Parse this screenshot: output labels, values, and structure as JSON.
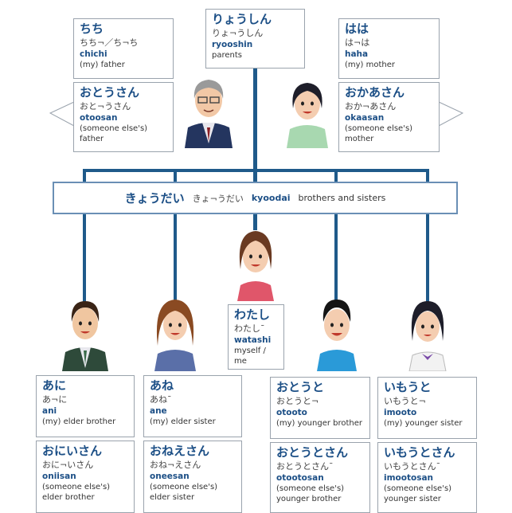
{
  "parents": {
    "word": "りょうしん",
    "accent": "りょ¬うしん",
    "romaji": "ryooshin",
    "gloss": "parents"
  },
  "father_my": {
    "word": "ちち",
    "accent": "ちち¬／ち¬ち",
    "romaji": "chichi",
    "gloss": "(my) father"
  },
  "father_other": {
    "word": "おとうさん",
    "accent": "おと¬うさん",
    "romaji": "otoosan",
    "gloss1": "(someone else's)",
    "gloss2": "father"
  },
  "mother_my": {
    "word": "はは",
    "accent": "は¬は",
    "romaji": "haha",
    "gloss": "(my) mother"
  },
  "mother_other": {
    "word": "おかあさん",
    "accent": "おか¬あさん",
    "romaji": "okaasan",
    "gloss1": "(someone else's)",
    "gloss2": "mother"
  },
  "siblings": {
    "word": "きょうだい",
    "accent": "きょ¬うだい",
    "romaji": "kyoodai",
    "gloss": "brothers and sisters"
  },
  "self": {
    "word": "わたし",
    "accent": "わたし¯",
    "romaji": "watashi",
    "gloss": "myself / me"
  },
  "elder_brother_my": {
    "word": "あに",
    "accent": "あ¬に",
    "romaji": "ani",
    "gloss": "(my) elder brother"
  },
  "elder_brother_other": {
    "word": "おにいさん",
    "accent": "おに¬いさん",
    "romaji": "oniisan",
    "gloss1": "(someone else's)",
    "gloss2": "elder brother"
  },
  "elder_sister_my": {
    "word": "あね",
    "accent": "あね¯",
    "romaji": "ane",
    "gloss": "(my) elder sister"
  },
  "elder_sister_other": {
    "word": "おねえさん",
    "accent": "おね¬えさん",
    "romaji": "oneesan",
    "gloss1": "(someone else's)",
    "gloss2": "elder sister"
  },
  "younger_brother_my": {
    "word": "おとうと",
    "accent": "おとうと¬",
    "romaji": "otooto",
    "gloss": "(my) younger brother"
  },
  "younger_brother_other": {
    "word": "おとうとさん",
    "accent": "おとうとさん¯",
    "romaji": "otootosan",
    "gloss1": "(someone else's)",
    "gloss2": "younger brother"
  },
  "younger_sister_my": {
    "word": "いもうと",
    "accent": "いもうと¬",
    "romaji": "imooto",
    "gloss": "(my) younger sister"
  },
  "younger_sister_other": {
    "word": "いもうとさん",
    "accent": "いもうとさん¯",
    "romaji": "imootosan",
    "gloss1": "(someone else's)",
    "gloss2": "younger sister"
  }
}
